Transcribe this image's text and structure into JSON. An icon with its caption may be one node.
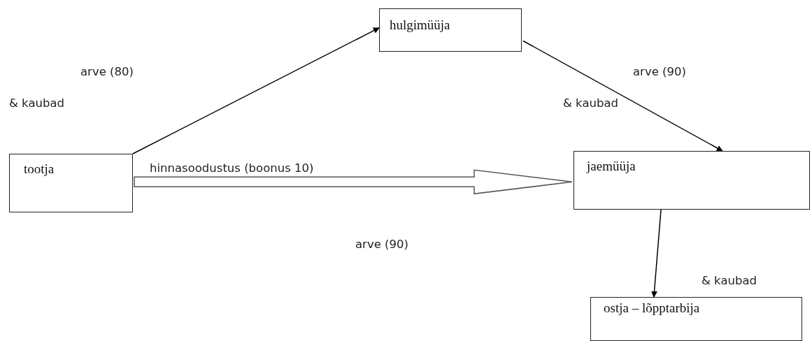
{
  "diagram": {
    "nodes": [
      {
        "text": [
          "hulgimüüja"
        ]
      },
      {
        "text": [
          "tootja"
        ]
      },
      {
        "text": [
          "jaemüüja"
        ]
      },
      {
        "text": [
          "ostja – lõpptarbija"
        ]
      }
    ],
    "edges": [
      {
        "from": 1,
        "to": 0,
        "arrow": "to"
      },
      {
        "from": 0,
        "to": 2,
        "arrow": "to"
      },
      {
        "from": 1,
        "to": 2,
        "arrow": "to",
        "label": "hinnasoodustus (boonus 10)",
        "style": "thick"
      },
      {
        "from": 2,
        "to": 3,
        "arrow": "to"
      }
    ],
    "labels": [
      "arve (80)",
      "arve (90)",
      "& kaubad",
      "& kaubad",
      "arve (90)",
      "& kaubad"
    ]
  }
}
